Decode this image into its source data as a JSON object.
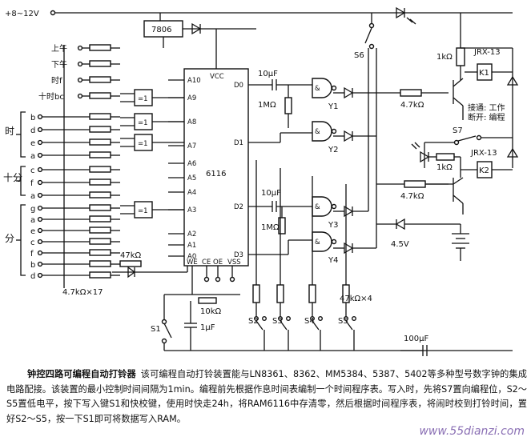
{
  "circuit": {
    "supply": "+8~12V",
    "regulator": "7806",
    "chip": {
      "name": "6116",
      "vcc": "VCC",
      "vss": "VSS",
      "ce": "CE",
      "oe": "OE",
      "we": "WE"
    },
    "address_pins": [
      "A10",
      "A9",
      "A8",
      "A7",
      "A6",
      "A5",
      "A4",
      "A3",
      "A2",
      "A1",
      "A0"
    ],
    "data_pins": [
      "D0",
      "D1",
      "D2",
      "D3"
    ],
    "input_labels": {
      "am": "上午",
      "pm": "下午",
      "hour": "时f",
      "ten_hour": "十时bc"
    },
    "group_labels": {
      "hour": "时",
      "ten_min": "十分",
      "min": "分"
    },
    "hour_segs": [
      "b",
      "d",
      "e",
      "a"
    ],
    "tenmin_segs": [
      "c",
      "f",
      "a"
    ],
    "min_segs": [
      "g",
      "a",
      "e",
      "c",
      "f",
      "b",
      "d"
    ],
    "xor_gate": "=1",
    "and_gate": "&",
    "gates": [
      "Y1",
      "Y2",
      "Y3",
      "Y4"
    ],
    "cap1": "10μF",
    "cap2": "10μF",
    "res_1m_a": "1MΩ",
    "res_1m_b": "1MΩ",
    "res_47k": "47kΩ",
    "res_array": "4.7kΩ×17",
    "res_10k": "10kΩ",
    "cap_1u": "1μF",
    "res_4x": "47kΩ×4",
    "switches": [
      "S1",
      "S2",
      "S3",
      "S4",
      "S5",
      "S6",
      "S7"
    ],
    "res_1k_a": "1kΩ",
    "res_1k_b": "1kΩ",
    "res_47k_q1": "4.7kΩ",
    "res_47k_q2": "4.7kΩ",
    "relays": [
      "JRX-13",
      "JRX-13"
    ],
    "relay_coils": [
      "K1",
      "K2"
    ],
    "s7_note_1": "接通: 工作",
    "s7_note_2": "断开: 编程",
    "battery": "4.5V",
    "cap_100u": "100μF"
  },
  "caption": {
    "title": "钟控四路可编程自动打铃器",
    "body": "该可编程自动打铃装置能与LN8361、8362、MM5384、5387、5402等多种型号数字钟的集成电路配接。该装置的最小控制时间间隔为1min。编程前先根据作息时间表编制一个时间程序表。写入时，先将S7置向编程位，S2～S5置低电平，按下写入键S1和快校键，使用时快走24h，将RAM6116中存清零，然后根据时间程序表，将闹时校到打铃时间，置好S2～S5，按一下S1即可将数据写入RAM。"
  },
  "watermark": "www.55dianzi.com"
}
